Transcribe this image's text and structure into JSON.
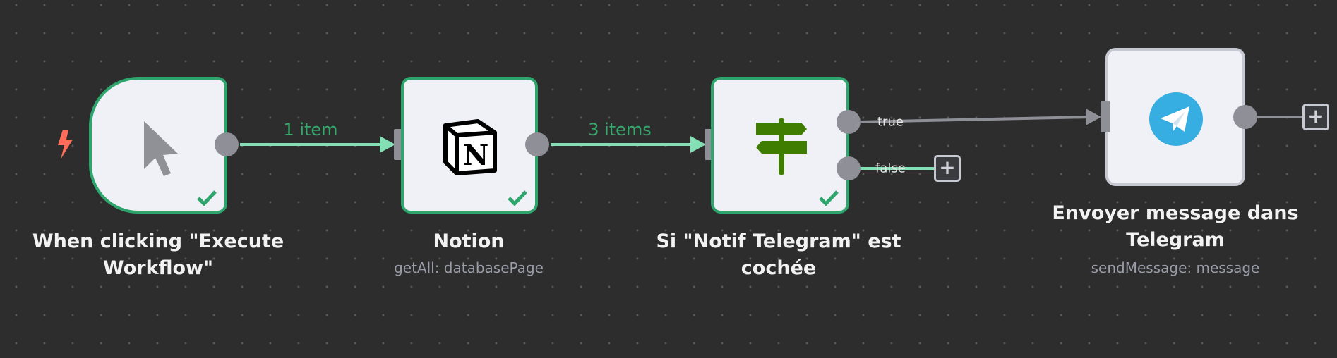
{
  "nodes": [
    {
      "title_lines": [
        "When clicking \"Execute",
        "Workflow\""
      ],
      "subtitle": "",
      "status": "success"
    },
    {
      "title_lines": [
        "Notion"
      ],
      "subtitle": "getAll: databasePage",
      "status": "success"
    },
    {
      "title_lines": [
        "Si \"Notif Telegram\" est",
        "cochée"
      ],
      "subtitle": "",
      "status": "success"
    },
    {
      "title_lines": [
        "Envoyer message dans",
        "Telegram"
      ],
      "subtitle": "sendMessage: message",
      "status": "idle"
    }
  ],
  "edges": {
    "e1_label": "1 item",
    "e2_label": "3 items"
  },
  "if_outputs": {
    "true_label": "true",
    "false_label": "false"
  },
  "add_symbol": "+",
  "colors": {
    "success": "#2ea56c",
    "edge_active": "#84dfb4",
    "edge_idle": "#8f9097",
    "telegram": "#37aee2",
    "if_icon": "#3f7d00",
    "trigger_bolt": "#ff6d5a"
  }
}
